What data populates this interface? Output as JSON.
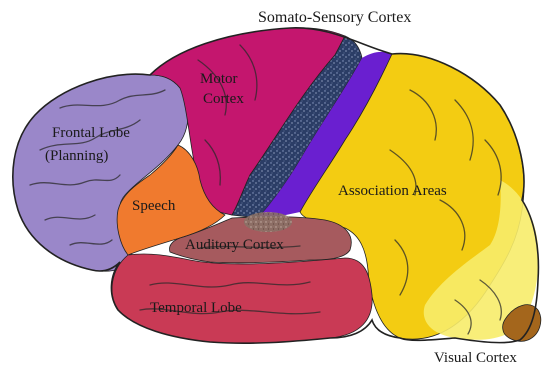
{
  "diagram": {
    "regions": [
      {
        "id": "frontal",
        "label_lines": [
          "Frontal Lobe",
          "(Planning)"
        ],
        "color": "#9a87c9"
      },
      {
        "id": "speech",
        "label_lines": [
          "Speech"
        ],
        "color": "#f07a2e"
      },
      {
        "id": "motor",
        "label_lines": [
          "Motor",
          "Cortex"
        ],
        "color": "#c4166e"
      },
      {
        "id": "somato",
        "label_lines": [
          "Somato-Sensory Cortex"
        ],
        "color": "#2b3d66"
      },
      {
        "id": "association",
        "label_lines": [
          "Association Areas"
        ],
        "color": "#f3cc12"
      },
      {
        "id": "auditory",
        "label_lines": [
          "Auditory Cortex"
        ],
        "color": "#a65a5e"
      },
      {
        "id": "temporal",
        "label_lines": [
          "Temporal Lobe"
        ],
        "color": "#c93a55"
      },
      {
        "id": "visual",
        "label_lines": [
          "Visual Cortex"
        ],
        "color": "#a4661c"
      }
    ],
    "accent_colors": {
      "posterior_strip": "#6a1fd0",
      "occipital_light": "#f7ec6a",
      "outline": "#222222"
    }
  }
}
